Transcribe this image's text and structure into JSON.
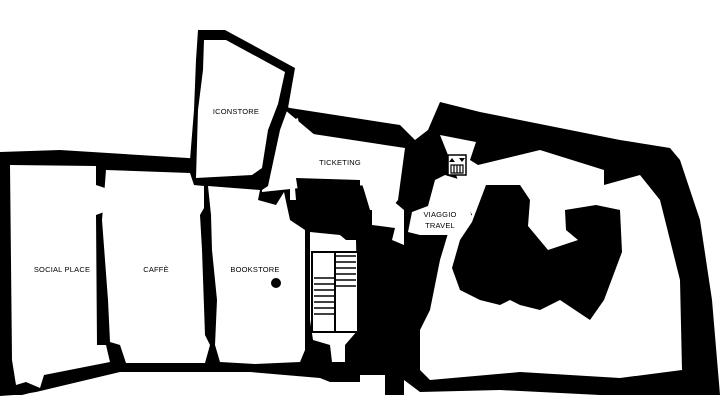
{
  "colors": {
    "wall": "#000000",
    "floor": "#ffffff"
  },
  "rooms": {
    "iconstore": "ICONSTORE",
    "ticketing": "TICKETING",
    "social_place": "SOCIAL PLACE",
    "caffe": "CAFFÈ",
    "bookstore": "BOOKSTORE",
    "viaggio": "VIAGGIO",
    "travel": "TRAVEL"
  },
  "icons": {
    "elevator": "elevator-icon",
    "stairs": "stairs-icon"
  }
}
